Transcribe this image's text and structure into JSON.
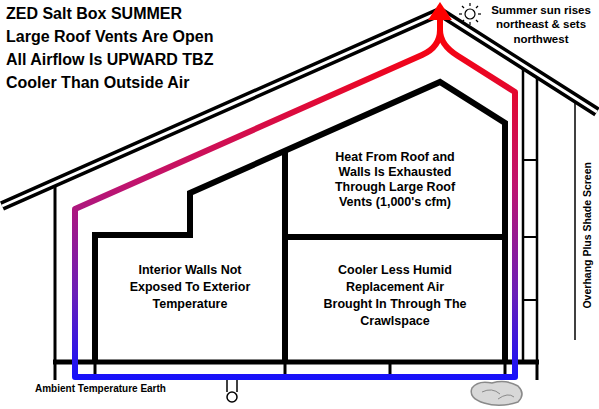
{
  "diagram": {
    "title": "ZED Salt Box SUMMER Large Roof Vents Are Open All Airflow Is UPWARD TBZ Cooler Than Outside Air",
    "labels": [
      "Summer sun rises northeast & sets northwest",
      "Heat From Roof and Walls Is Exhausted Through Large Roof Vents (1,000's cfm)",
      "Interior Walls Not Exposed To Exterior Temperature",
      "Cooler Less Humid Replacement Air Brought In Through The Crawlspace",
      "Ambient Temperature Earth",
      "Overhang Plus Shade Screen"
    ]
  }
}
